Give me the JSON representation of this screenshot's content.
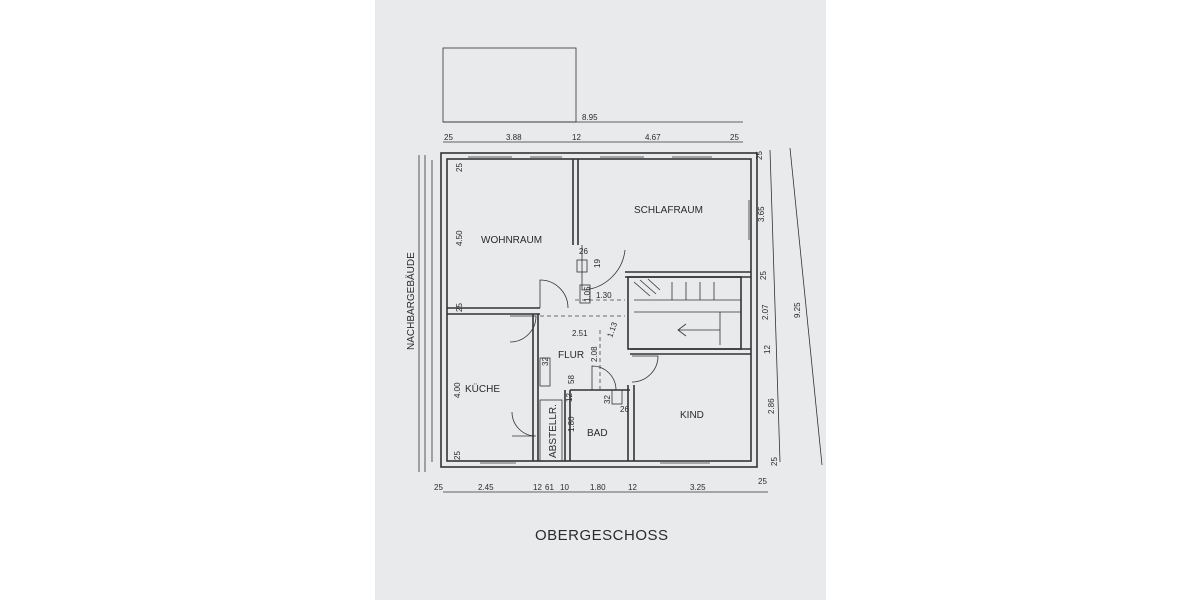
{
  "plan": {
    "title": "OBERGESCHOSS",
    "neighbor_label": "NACHBARGEBÄUDE",
    "rooms": {
      "wohnraum": "WOHNRAUM",
      "schlafraum": "SCHLAFRAUM",
      "kueche": "KÜCHE",
      "flur": "FLUR",
      "kind": "KIND",
      "bad": "BAD",
      "abstellr": "ABSTELLR."
    },
    "dims": {
      "total_width": "8.95",
      "top_left_wall": "25",
      "top_left_room": "3.88",
      "top_mid_wall": "12",
      "top_right_room": "4.67",
      "top_right_wall": "25",
      "bottom_left_wall": "25",
      "bottom_kueche": "2.45",
      "bottom_12a": "12",
      "bottom_61": "61",
      "bottom_10": "10",
      "bottom_bad": "1.80",
      "bottom_12b": "12",
      "bottom_kind": "3.25",
      "bottom_right_wall": "25",
      "right_total": "9.25",
      "right_top_wall": "25",
      "right_schlaf": "3.65",
      "right_25": "25",
      "right_207": "2.07",
      "right_12": "12",
      "right_kind": "2.86",
      "right_bottom_wall": "25",
      "left_top_wall": "25",
      "left_wohn": "4.50",
      "left_mid_wall": "25",
      "left_kueche": "4.00",
      "left_bottom_wall": "25",
      "inner_26": "26",
      "inner_19": "19",
      "inner_105": "1.05",
      "inner_130": "1.30",
      "inner_251": "2.51",
      "inner_113": "1.13",
      "inner_32": "32",
      "inner_208": "2.08",
      "inner_58": "58",
      "inner_12": "12",
      "inner_32b": "32",
      "inner_26b": "26",
      "inner_180": "1.80"
    }
  }
}
